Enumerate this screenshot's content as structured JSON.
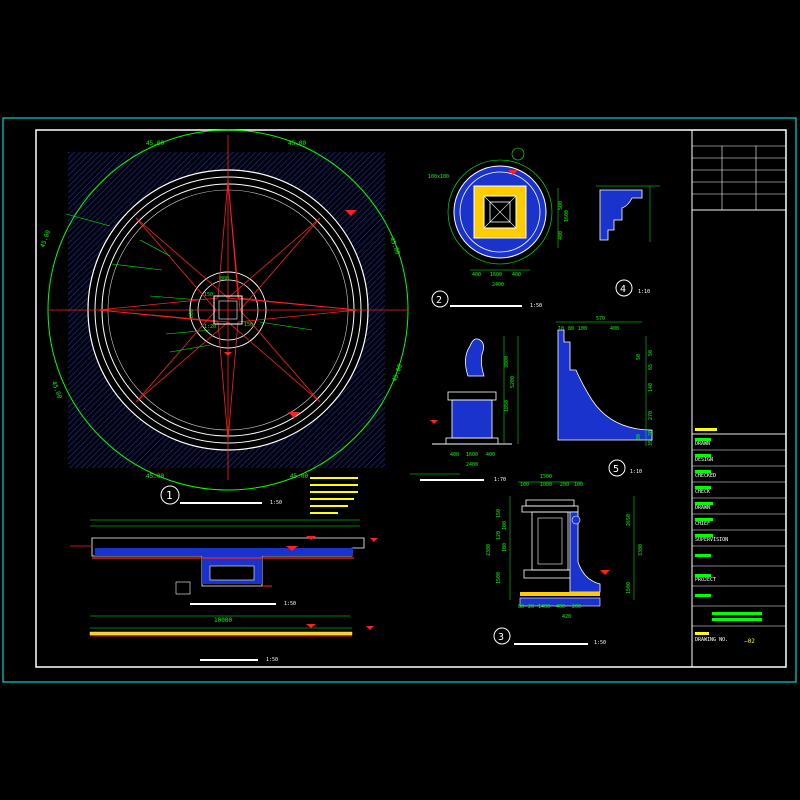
{
  "colors": {
    "background": "#000000",
    "frame": "#00ffff",
    "dimension": "#00ff00",
    "axis": "#ff0000",
    "paving": "#1a33cc",
    "outline": "#ffffff",
    "material": "#ffff00",
    "marker": "#ff2020"
  },
  "plan": {
    "arc_dims": [
      "45.00",
      "45.00",
      "45.00",
      "45.00",
      "45.00",
      "45.00",
      "45.00",
      "45.00"
    ],
    "center_dims": [
      "800",
      "150",
      "800",
      "150"
    ],
    "center_dim_small": "1:20",
    "section_marker": "1",
    "scale": "1:50",
    "legend_notes": [
      "",
      "",
      "",
      "",
      "",
      ""
    ]
  },
  "detail2": {
    "marker": "2",
    "dims_bottom": [
      "400",
      "1600",
      "400"
    ],
    "dim_total": "2400",
    "dims_right": [
      "1600",
      "500",
      "400"
    ],
    "scale": "1:50",
    "note_top": "100x100"
  },
  "detail4": {
    "marker": "4",
    "scale": "1:10"
  },
  "elevation": {
    "dims_bottom": [
      "400",
      "1600",
      "400"
    ],
    "dim_total": "2400",
    "dims_right": [
      "3000",
      "5200",
      "1850"
    ],
    "scale": "1:70"
  },
  "detail5": {
    "marker": "5",
    "scale": "1:10",
    "dims_top": [
      "10",
      "80",
      "100",
      "570",
      "400"
    ],
    "dims_right": [
      "50",
      "65",
      "140",
      "270",
      "20",
      "35",
      "50",
      "30"
    ]
  },
  "section1": {
    "total_dim": "10000",
    "scale": "1:50",
    "scale2": "1:50",
    "level_markers": [
      "",
      "",
      ""
    ]
  },
  "detail3": {
    "marker": "3",
    "scale": "1:50",
    "dims_top": [
      "1500",
      "100",
      "1000",
      "200",
      "100"
    ],
    "dims_left": [
      "150",
      "100",
      "120",
      "100",
      "2300",
      "1500"
    ],
    "dims_right": [
      "2650",
      "3300",
      "1500"
    ],
    "dims_bottom": [
      "80",
      "20",
      "1400",
      "400",
      "200"
    ],
    "dim_bottom2": "420"
  },
  "title_block": {
    "header": "",
    "header_cols": [
      "",
      "",
      ""
    ],
    "sig_rows": [
      "",
      "",
      "",
      "",
      ""
    ],
    "codes": [
      "DRAWN",
      "DESIGN",
      "CHECKED",
      "CHECK",
      "DRAWN",
      "CHIEF",
      "SUPERVISION",
      "PROJECT",
      "DRAWING NO."
    ],
    "drawing_no": "—02"
  }
}
